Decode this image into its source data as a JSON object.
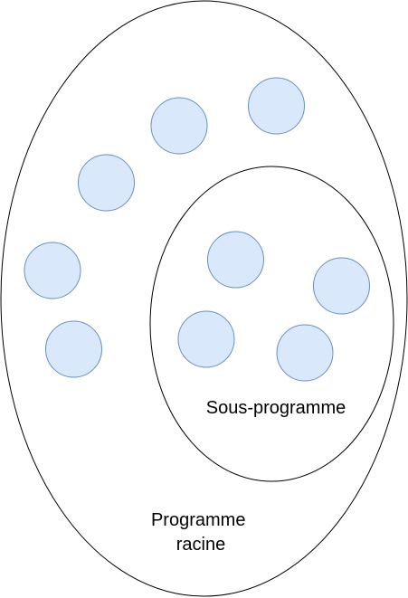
{
  "root": {
    "label_lines": [
      "Programme",
      "racine"
    ]
  },
  "subprogram": {
    "label": "Sous-programme"
  },
  "colors": {
    "stroke": "#000000",
    "node_fill": "#dae8fc",
    "node_stroke": "#6c8ebf",
    "background": "#ffffff"
  }
}
